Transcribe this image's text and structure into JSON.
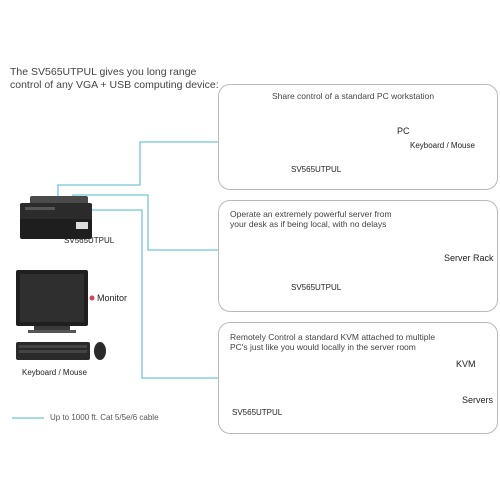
{
  "intro_text": "The SV565UTPUL gives you long range control of any VGA + USB computing device:",
  "panels": [
    {
      "title": "Share control of a standard PC workstation"
    },
    {
      "title": "Operate an extremely powerful server from your desk as if being local, with no delays"
    },
    {
      "title": "Remotely Control a standard KVM attached to multiple PC's just like you would locally in the server room"
    }
  ],
  "labels": {
    "device_left": "SV565UTPUL",
    "device_panel1": "SV565UTPUL",
    "device_panel2": "SV565UTPUL",
    "device_panel3": "SV565UTPUL",
    "monitor": "Monitor",
    "keyboard_mouse_left": "Keyboard / Mouse",
    "pc": "PC",
    "keyboard_mouse_panel1": "Keyboard / Mouse",
    "server_rack": "Server Rack",
    "kvm": "KVM",
    "servers": "Servers"
  },
  "legend": {
    "cable_text": "Up to 1000 ft. Cat 5/5e/6 cable"
  },
  "colors": {
    "cable": "#6fc7d9",
    "device": "#2b2b2b",
    "panel_border": "#b9b9b9",
    "marker": "#d0454f"
  }
}
